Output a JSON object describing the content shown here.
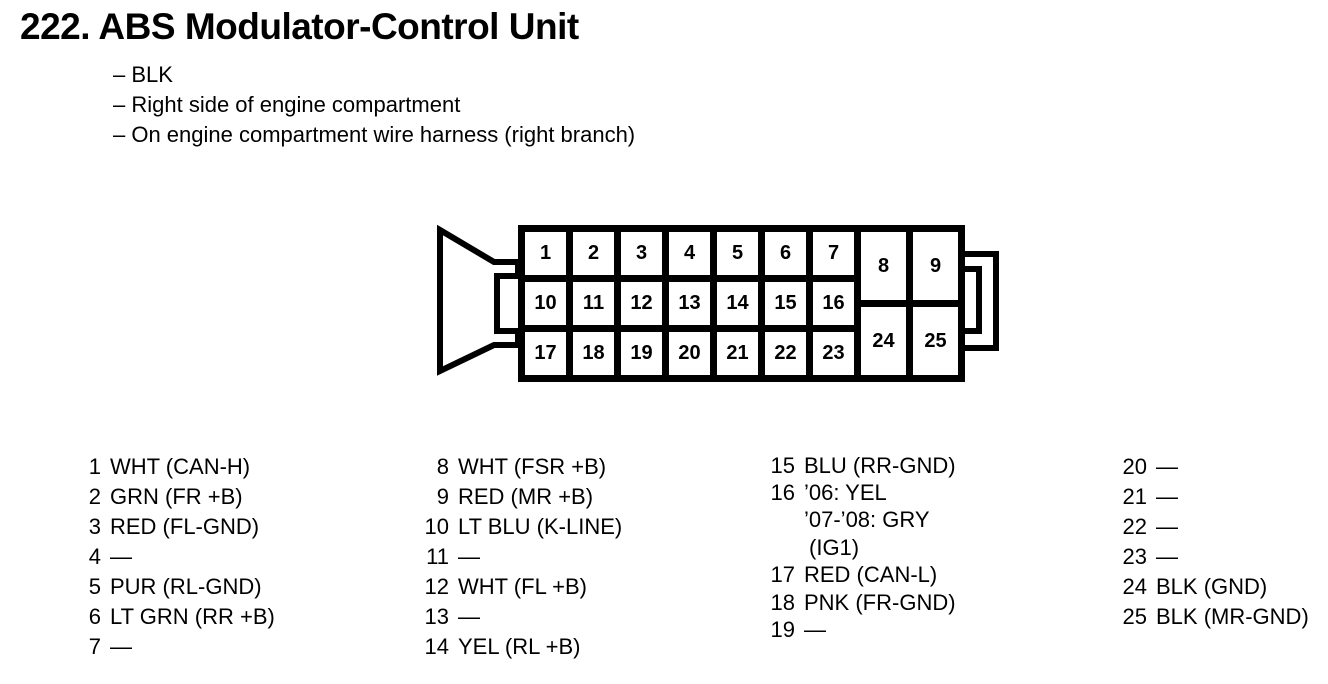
{
  "header": {
    "title": "222. ABS Modulator-Control Unit",
    "notes": [
      "– BLK",
      "– Right side of engine compartment",
      "– On engine compartment wire harness (right branch)"
    ]
  },
  "connector": {
    "rows": [
      [
        "1",
        "2",
        "3",
        "4",
        "5",
        "6",
        "7"
      ],
      [
        "10",
        "11",
        "12",
        "13",
        "14",
        "15",
        "16"
      ],
      [
        "17",
        "18",
        "19",
        "20",
        "21",
        "22",
        "23"
      ]
    ],
    "right": [
      "8",
      "9",
      "24",
      "25"
    ]
  },
  "pins": {
    "columns": [
      {
        "items": [
          {
            "num": "1",
            "text": "WHT (CAN-H)"
          },
          {
            "num": "2",
            "text": "GRN (FR +B)"
          },
          {
            "num": "3",
            "text": "RED (FL-GND)"
          },
          {
            "num": "4",
            "text": "—"
          },
          {
            "num": "5",
            "text": "PUR (RL-GND)"
          },
          {
            "num": "6",
            "text": "LT GRN (RR +B)"
          },
          {
            "num": "7",
            "text": "—"
          }
        ]
      },
      {
        "items": [
          {
            "num": "8",
            "text": "WHT (FSR +B)"
          },
          {
            "num": "9",
            "text": "RED (MR +B)"
          },
          {
            "num": "10",
            "text": "LT BLU (K-LINE)"
          },
          {
            "num": "11",
            "text": "—"
          },
          {
            "num": "12",
            "text": "WHT (FL +B)"
          },
          {
            "num": "13",
            "text": "—"
          },
          {
            "num": "14",
            "text": "YEL (RL +B)"
          }
        ]
      },
      {
        "items": [
          {
            "num": "15",
            "text": "BLU (RR-GND)"
          },
          {
            "num": "16",
            "text": "’06: YEL"
          },
          {
            "num": "",
            "text": "’07-’08: GRY"
          },
          {
            "num": "",
            "text": "(IG1)"
          },
          {
            "num": "17",
            "text": "RED (CAN-L)"
          },
          {
            "num": "18",
            "text": "PNK (FR-GND)"
          },
          {
            "num": "19",
            "text": "—"
          }
        ]
      },
      {
        "items": [
          {
            "num": "20",
            "text": "—"
          },
          {
            "num": "21",
            "text": "—"
          },
          {
            "num": "22",
            "text": "—"
          },
          {
            "num": "23",
            "text": "—"
          },
          {
            "num": "24",
            "text": "BLK (GND)"
          },
          {
            "num": "25",
            "text": "BLK (MR-GND)"
          }
        ]
      }
    ]
  },
  "colors": {
    "ink": "#000000",
    "paper": "#ffffff"
  }
}
